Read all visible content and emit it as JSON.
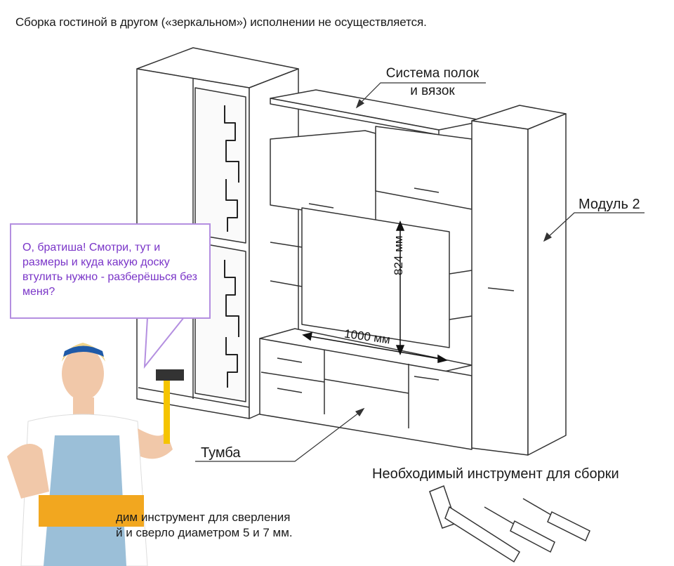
{
  "top_note": "Сборка гостиной в другом («зеркальном») исполнении не осуществляется.",
  "labels": {
    "system_line1": "Система полок",
    "system_line2": "и вязок",
    "module2": "Модуль 2",
    "tumba": "Тумба"
  },
  "dimensions": {
    "height": "824 мм",
    "width": "1000 мм"
  },
  "speech_bubble": {
    "text": "О, братиша! Смотри, тут и размеры и куда какую доску втулить нужно - разберёшься без меня?"
  },
  "tools_title": "Необходимый инструмент для сборки",
  "drill_note": {
    "line1": "дим инструмент для сверления",
    "line2": "й и сверло диаметром 5 и 7 мм."
  },
  "colors": {
    "bubble_border": "#b48fe0",
    "bubble_text": "#7a35c8",
    "line_art": "#333333"
  },
  "icons": [
    "hammer-icon",
    "screwdriver-icon",
    "screwdriver-small-icon"
  ]
}
